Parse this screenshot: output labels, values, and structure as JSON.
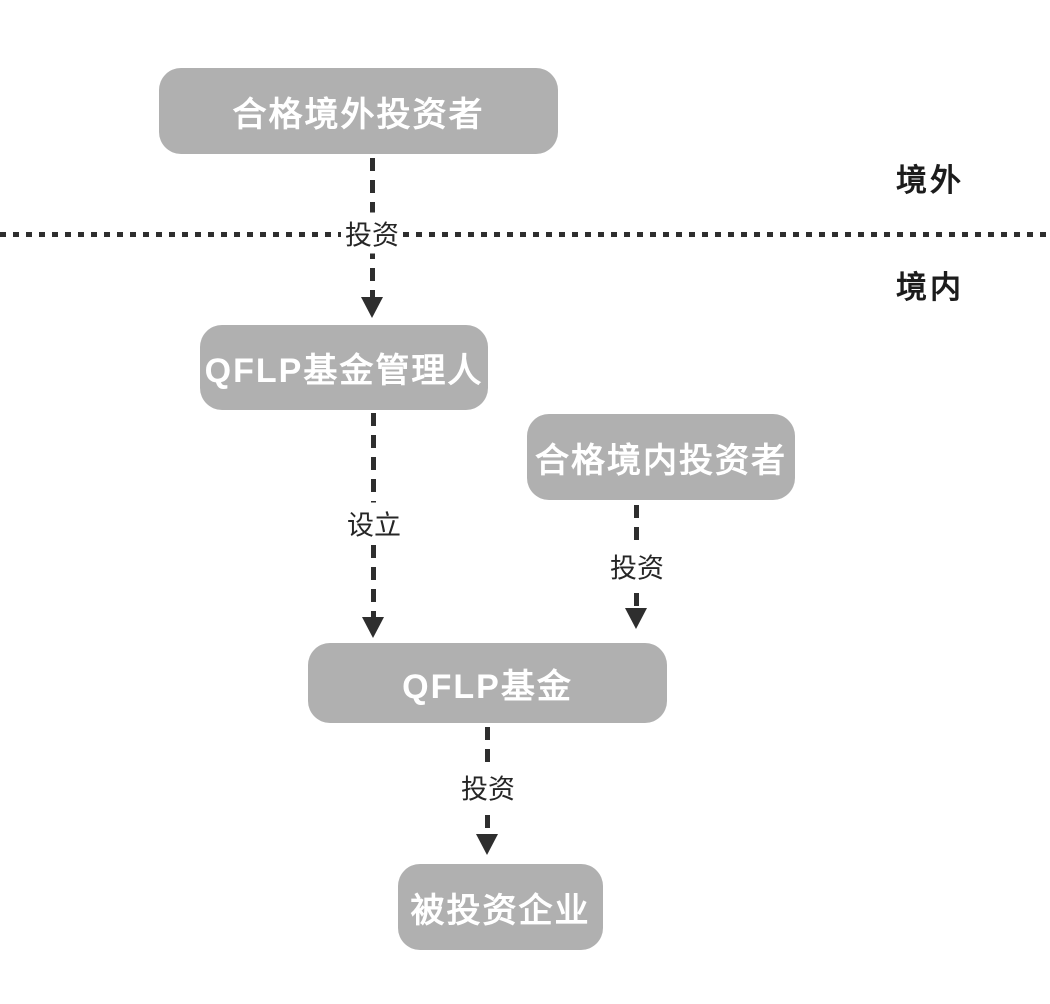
{
  "diagram": {
    "type": "flowchart",
    "regions": {
      "offshore_label": "境外",
      "onshore_label": "境内"
    },
    "nodes": {
      "foreign_investor": {
        "label": "合格境外投资者"
      },
      "qflp_manager": {
        "label": "QFLP基金管理人"
      },
      "domestic_investor": {
        "label": "合格境内投资者"
      },
      "qflp_fund": {
        "label": "QFLP基金"
      },
      "investee_company": {
        "label": "被投资企业"
      }
    },
    "edges": {
      "foreign_invest": {
        "label": "投资",
        "from": "foreign_investor",
        "to": "qflp_manager"
      },
      "establish": {
        "label": "设立",
        "from": "qflp_manager",
        "to": "qflp_fund"
      },
      "domestic_invest": {
        "label": "投资",
        "from": "domestic_investor",
        "to": "qflp_fund"
      },
      "fund_invest": {
        "label": "投资",
        "from": "qflp_fund",
        "to": "investee_company"
      }
    },
    "colors": {
      "node_fill": "#b0b0b0",
      "node_text": "#ffffff",
      "line": "#2e2e2e",
      "label_text": "#262626",
      "background": "#ffffff"
    }
  }
}
